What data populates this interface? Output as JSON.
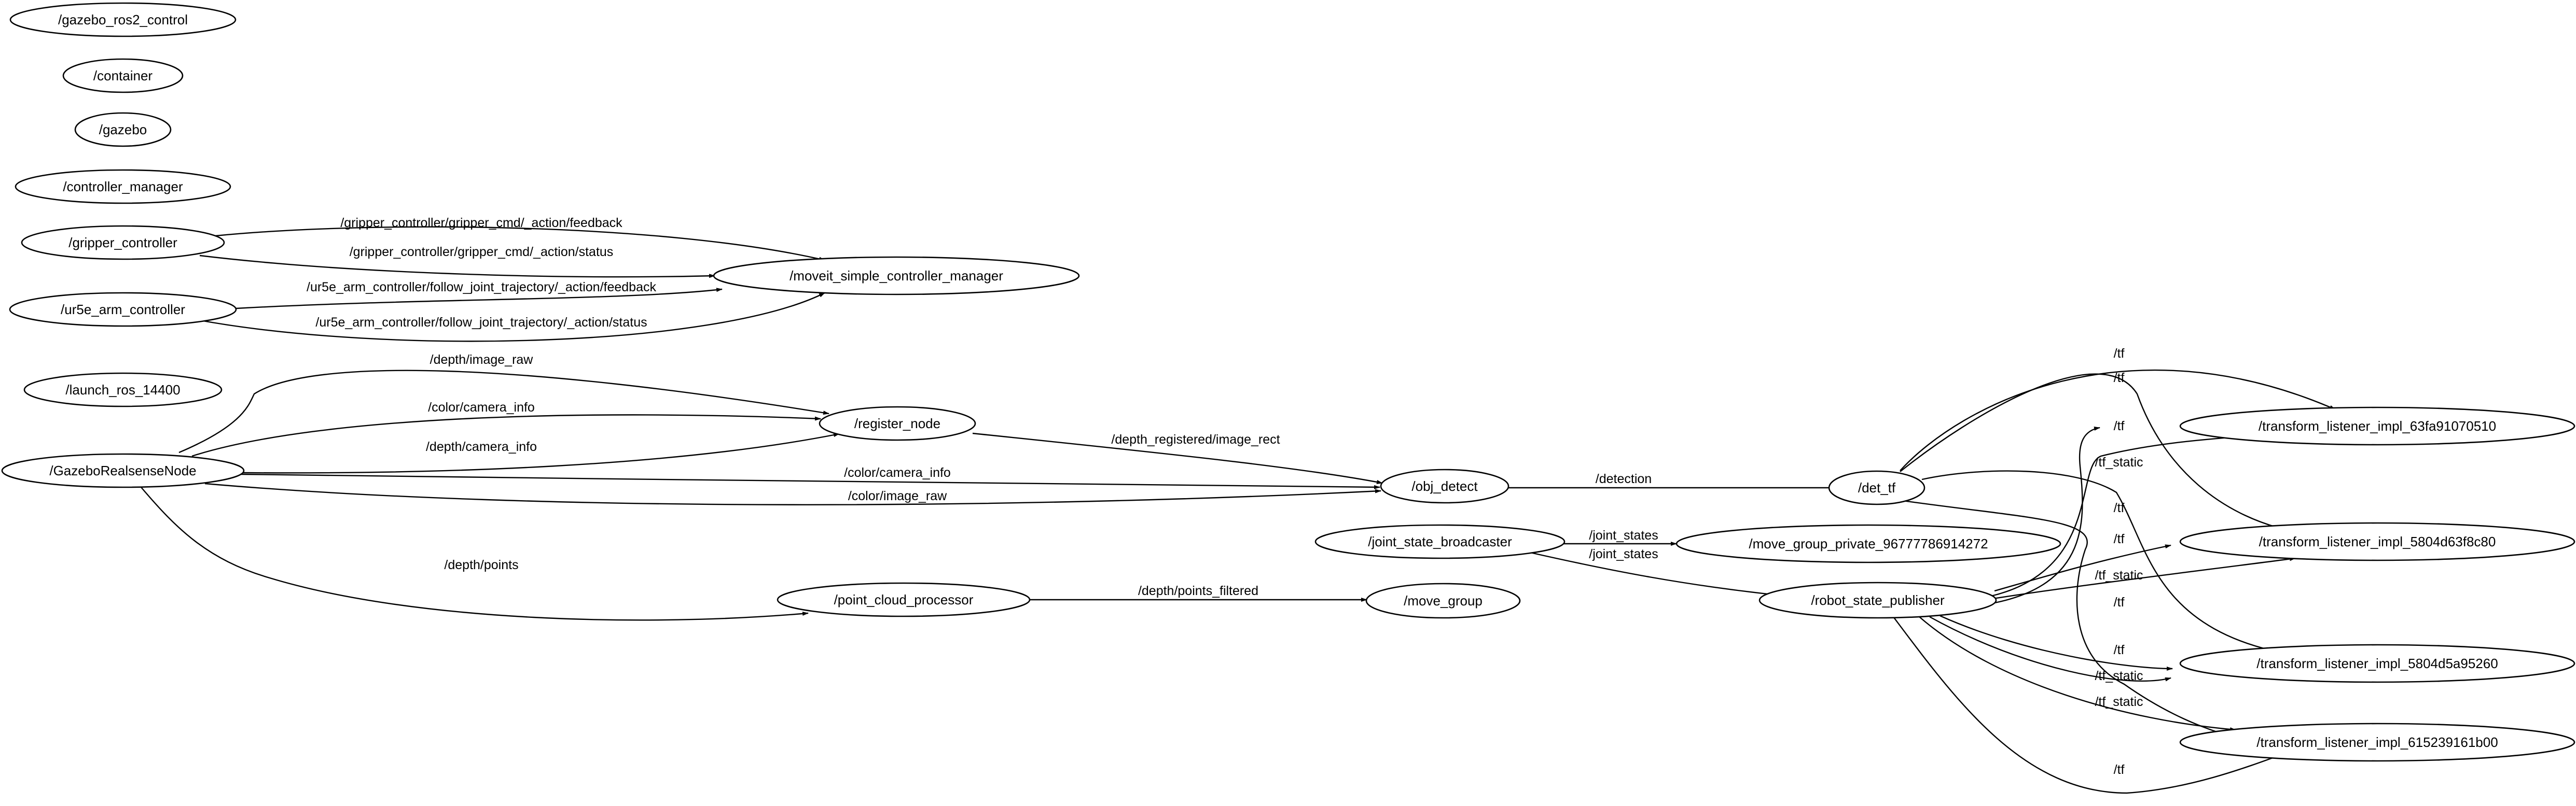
{
  "graph": {
    "nodes": {
      "gazebo_ros2_control": "/gazebo_ros2_control",
      "container": "/container",
      "gazebo": "/gazebo",
      "controller_manager": "/controller_manager",
      "gripper_controller": "/gripper_controller",
      "ur5e_arm_controller": "/ur5e_arm_controller",
      "moveit_simple_controller_manager": "/moveit_simple_controller_manager",
      "launch_ros": "/launch_ros_14400",
      "gazebo_realsense_node": "/GazeboRealsenseNode",
      "register_node": "/register_node",
      "obj_detect": "/obj_detect",
      "det_tf": "/det_tf",
      "joint_state_broadcaster": "/joint_state_broadcaster",
      "move_group_private": "/move_group_private_96777786914272",
      "robot_state_publisher": "/robot_state_publisher",
      "point_cloud_processor": "/point_cloud_processor",
      "move_group": "/move_group",
      "tl_63fa": "/transform_listener_impl_63fa91070510",
      "tl_5804d63": "/transform_listener_impl_5804d63f8c80",
      "tl_5804d5a": "/transform_listener_impl_5804d5a95260",
      "tl_6152": "/transform_listener_impl_615239161b00"
    },
    "edges": {
      "gripper_feedback": "/gripper_controller/gripper_cmd/_action/feedback",
      "gripper_status": "/gripper_controller/gripper_cmd/_action/status",
      "arm_feedback": "/ur5e_arm_controller/follow_joint_trajectory/_action/feedback",
      "arm_status": "/ur5e_arm_controller/follow_joint_trajectory/_action/status",
      "depth_image_raw": "/depth/image_raw",
      "color_camera_info_reg": "/color/camera_info",
      "depth_camera_info": "/depth/camera_info",
      "color_camera_info_obj": "/color/camera_info",
      "color_image_raw": "/color/image_raw",
      "depth_points": "/depth/points",
      "depth_registered": "/depth_registered/image_rect",
      "detection": "/detection",
      "depth_points_filtered": "/depth/points_filtered",
      "joint_states_private": "/joint_states",
      "joint_states_rsp": "/joint_states",
      "dettf_tf_1": "/tf",
      "dettf_tf_2": "/tf",
      "dettf_tf_3": "/tf",
      "dettf_tf_4": "/tf",
      "rsp_tf_1": "/tf",
      "rsp_tf_2": "/tf",
      "rsp_tf_3": "/tf",
      "rsp_tf_4": "/tf",
      "rsp_tf_static_1": "/tf_static",
      "rsp_tf_static_2": "/tf_static",
      "rsp_tf_static_3": "/tf_static",
      "rsp_tf_static_4": "/tf_static"
    }
  }
}
